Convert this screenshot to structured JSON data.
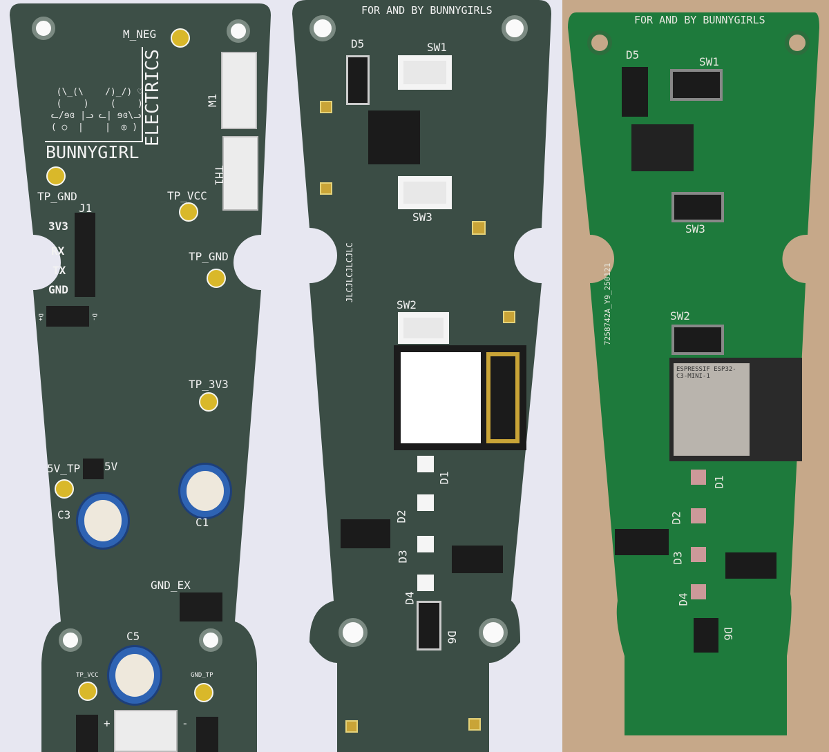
{
  "render_bottom": {
    "labels": {
      "m_neg": "M_NEG",
      "electrics": "ELECTRICS",
      "brand": "BUNNYGIRL",
      "m1": "M1",
      "th1": "TH1",
      "tp_gnd_top": "TP_GND",
      "tp_vcc": "TP_VCC",
      "j1": "J1",
      "pin_3v3": "3V3",
      "pin_rx": "RX",
      "pin_tx": "TX",
      "pin_gnd": "GND",
      "d_plus": "D+",
      "d_minus": "D-",
      "tp_gnd_mid": "TP_GND",
      "tp_3v3": "TP_3V3",
      "five_v_tp": "5V_TP",
      "five_v": "5V",
      "c3": "C3",
      "c1": "C1",
      "gnd_ex": "GND_EX",
      "c5": "C5",
      "tp_vcc_small": "TP_VCC",
      "gnd_tp_small": "GND_TP",
      "plus": "+",
      "minus": "-"
    },
    "board_color": "#3d4f47"
  },
  "render_top": {
    "labels": {
      "title": "FOR AND BY BUNNYGIRLS",
      "d5": "D5",
      "sw1": "SW1",
      "sw3": "SW3",
      "sw2": "SW2",
      "jlc": "JLCJLCJLCJLC",
      "d1": "D1",
      "d2": "D2",
      "d3": "D3",
      "d4": "D4",
      "d6": "D6"
    },
    "board_color": "#3b4d45"
  },
  "photo": {
    "labels": {
      "title": "FOR AND BY BUNNYGIRLS",
      "d5": "D5",
      "sw1": "SW1",
      "sw3": "SW3",
      "sw2": "SW2",
      "lot": "7258742A_Y9_250121",
      "d1": "D1",
      "d2": "D2",
      "d3": "D3",
      "d4": "D4",
      "d6": "D6",
      "module": "ESPRESSIF ESP32-C3-MINI-1"
    },
    "board_color": "#1e7a3c",
    "background_color": "#c6a889"
  }
}
